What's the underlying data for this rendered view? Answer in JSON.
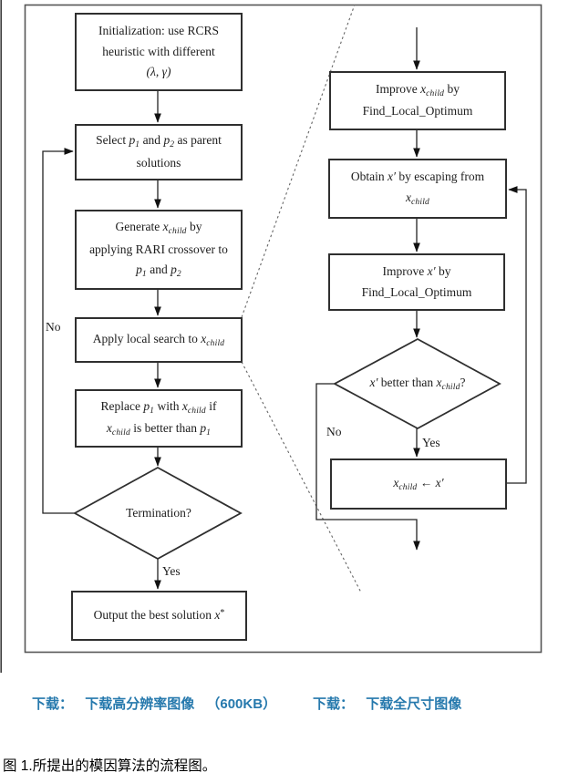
{
  "colors": {
    "link": "#2679ad",
    "ink": "#1c1c1c",
    "frame": "#555555",
    "box_border": "#2f2f2f"
  },
  "caption": "图 1.所提出的模因算法的流程图。",
  "downloads": {
    "left": {
      "prefix": "下载：",
      "link": "下载高分辨率图像",
      "size": "（600KB）"
    },
    "right": {
      "prefix": "下载：",
      "link": "下载全尺寸图像"
    }
  },
  "flowchart": {
    "edge_labels": {
      "left_no": "No",
      "left_yes": "Yes",
      "right_no": "No",
      "right_yes": "Yes"
    },
    "nodes": [
      {
        "id": "init",
        "lines": [
          [
            [
              "n",
              "Initialization: use RCRS"
            ]
          ],
          [
            [
              "n",
              "heuristic with different"
            ]
          ],
          [
            [
              "m",
              "(λ, γ)"
            ]
          ]
        ]
      },
      {
        "id": "select",
        "lines": [
          [
            [
              "n",
              "Select "
            ],
            [
              "m",
              "p"
            ],
            [
              "s",
              "1"
            ],
            [
              "n",
              " and "
            ],
            [
              "m",
              "p"
            ],
            [
              "s",
              "2"
            ],
            [
              "n",
              " as parent"
            ]
          ],
          [
            [
              "n",
              "solutions"
            ]
          ]
        ]
      },
      {
        "id": "generate",
        "lines": [
          [
            [
              "n",
              "Generate "
            ],
            [
              "m",
              "x"
            ],
            [
              "s",
              "child"
            ],
            [
              "n",
              " by"
            ]
          ],
          [
            [
              "n",
              "applying RARI crossover to"
            ]
          ],
          [
            [
              "m",
              "p"
            ],
            [
              "s",
              "1"
            ],
            [
              "n",
              " and "
            ],
            [
              "m",
              "p"
            ],
            [
              "s",
              "2"
            ]
          ]
        ]
      },
      {
        "id": "apply",
        "lines": [
          [
            [
              "n",
              "Apply local search to "
            ],
            [
              "m",
              "x"
            ],
            [
              "s",
              "child"
            ]
          ]
        ]
      },
      {
        "id": "replace",
        "lines": [
          [
            [
              "n",
              "Replace "
            ],
            [
              "m",
              "p"
            ],
            [
              "s",
              "1"
            ],
            [
              "n",
              " with "
            ],
            [
              "m",
              "x"
            ],
            [
              "s",
              "child"
            ],
            [
              "n",
              " if"
            ]
          ],
          [
            [
              "m",
              "x"
            ],
            [
              "s",
              "child"
            ],
            [
              "n",
              " is better than "
            ],
            [
              "m",
              "p"
            ],
            [
              "s",
              "1"
            ]
          ]
        ]
      },
      {
        "id": "termination",
        "lines": [
          [
            [
              "n",
              "Termination?"
            ]
          ]
        ]
      },
      {
        "id": "output",
        "lines": [
          [
            [
              "n",
              "Output the best solution "
            ],
            [
              "m",
              "x"
            ],
            [
              "p",
              "*"
            ]
          ]
        ]
      },
      {
        "id": "improve_child",
        "lines": [
          [
            [
              "n",
              "Improve "
            ],
            [
              "m",
              "x"
            ],
            [
              "s",
              "child"
            ],
            [
              "n",
              " by"
            ]
          ],
          [
            [
              "n",
              "Find_Local_Optimum"
            ]
          ]
        ]
      },
      {
        "id": "obtain",
        "lines": [
          [
            [
              "n",
              "Obtain "
            ],
            [
              "m",
              "x′"
            ],
            [
              "n",
              " by escaping from"
            ]
          ],
          [
            [
              "m",
              "x"
            ],
            [
              "s",
              "child"
            ]
          ]
        ]
      },
      {
        "id": "improve_x",
        "lines": [
          [
            [
              "n",
              "Improve "
            ],
            [
              "m",
              "x′"
            ],
            [
              "n",
              " by"
            ]
          ],
          [
            [
              "n",
              "Find_Local_Optimum"
            ]
          ]
        ]
      },
      {
        "id": "better",
        "lines": [
          [
            [
              "m",
              "x′"
            ],
            [
              "n",
              " better than "
            ],
            [
              "m",
              "x"
            ],
            [
              "s",
              "child"
            ],
            [
              "n",
              "?"
            ]
          ]
        ]
      },
      {
        "id": "assign",
        "lines": [
          [
            [
              "m",
              "x"
            ],
            [
              "s",
              "child"
            ],
            [
              "n",
              " ← "
            ],
            [
              "m",
              "x′"
            ]
          ]
        ]
      }
    ]
  }
}
